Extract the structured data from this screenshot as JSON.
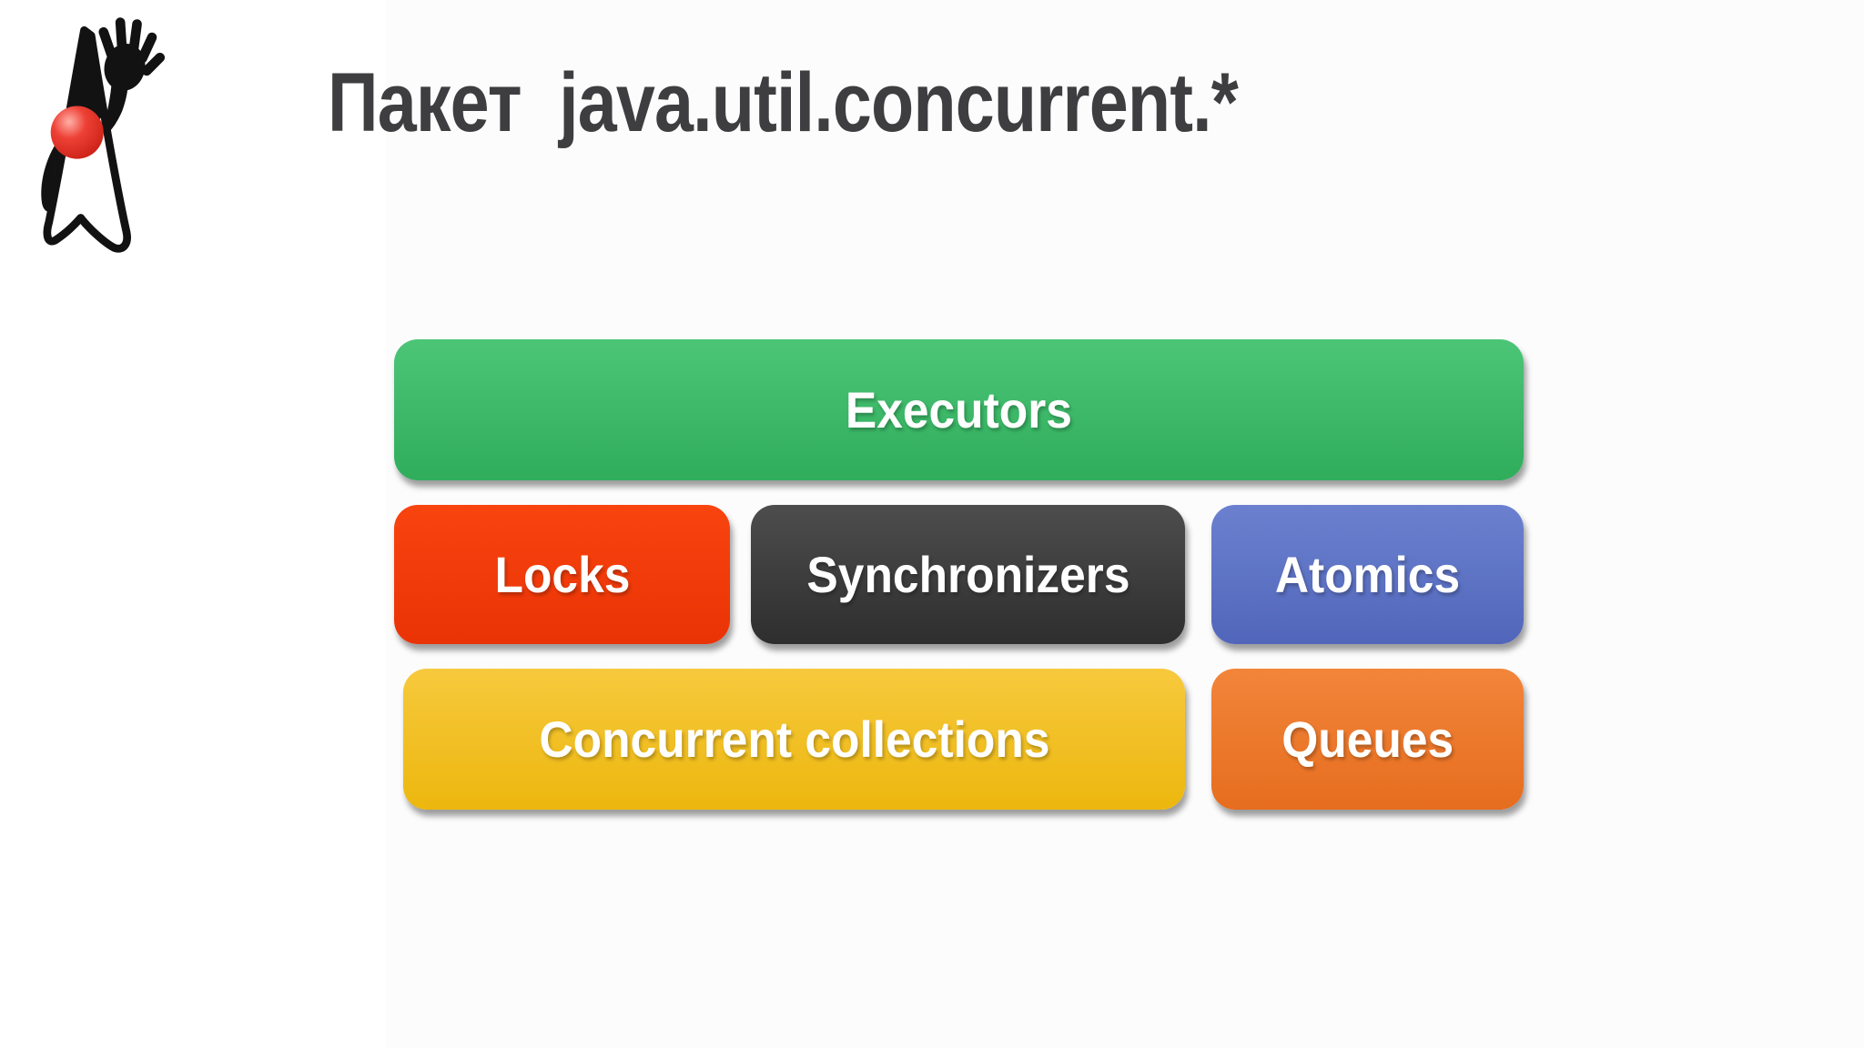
{
  "slide": {
    "title": "Пакет  java.util.concurrent.*",
    "title_color": "#3e3e40",
    "logo": "java-duke-icon",
    "background_color": "#ffffff",
    "content_background_color": "#fcfcfd"
  },
  "diagram": {
    "text_color": "#ffffff",
    "boxes": [
      {
        "id": "executors",
        "label": "Executors",
        "color_top": "#4cc577",
        "color_bottom": "#2fad5b"
      },
      {
        "id": "locks",
        "label": "Locks",
        "color_top": "#f8440f",
        "color_bottom": "#ea3306"
      },
      {
        "id": "synchronizers",
        "label": "Synchronizers",
        "color_top": "#4d4d4d",
        "color_bottom": "#2e2e2e"
      },
      {
        "id": "atomics",
        "label": "Atomics",
        "color_top": "#6b81cf",
        "color_bottom": "#5166ba"
      },
      {
        "id": "concurrent_collections",
        "label": "Concurrent collections",
        "color_top": "#f7c93d",
        "color_bottom": "#ecb70e"
      },
      {
        "id": "queues",
        "label": "Queues",
        "color_top": "#f2853a",
        "color_bottom": "#e66d1f"
      }
    ]
  }
}
